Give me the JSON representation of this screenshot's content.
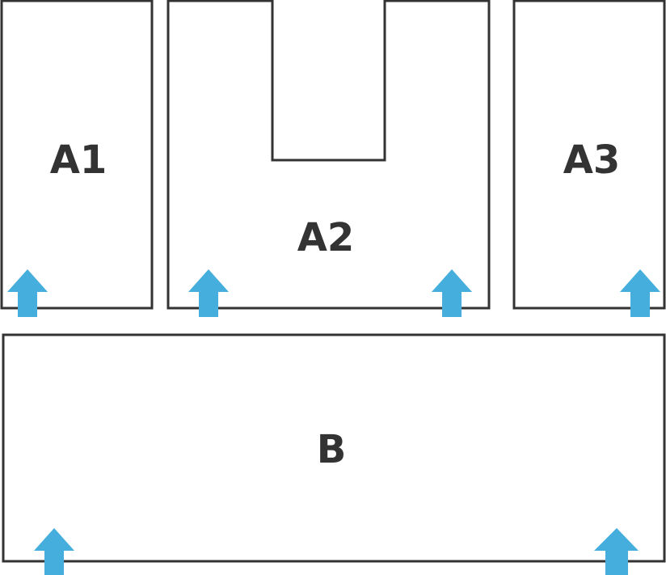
{
  "diagram": {
    "areas": [
      {
        "id": "a1",
        "label": "A1"
      },
      {
        "id": "a2",
        "label": "A2"
      },
      {
        "id": "a3",
        "label": "A3"
      },
      {
        "id": "b",
        "label": "B"
      }
    ],
    "arrow_icon": "up-arrow-icon",
    "colors": {
      "outline": "#333333",
      "label": "#333333",
      "arrow": "#45AEDD",
      "background": "#ffffff"
    }
  }
}
